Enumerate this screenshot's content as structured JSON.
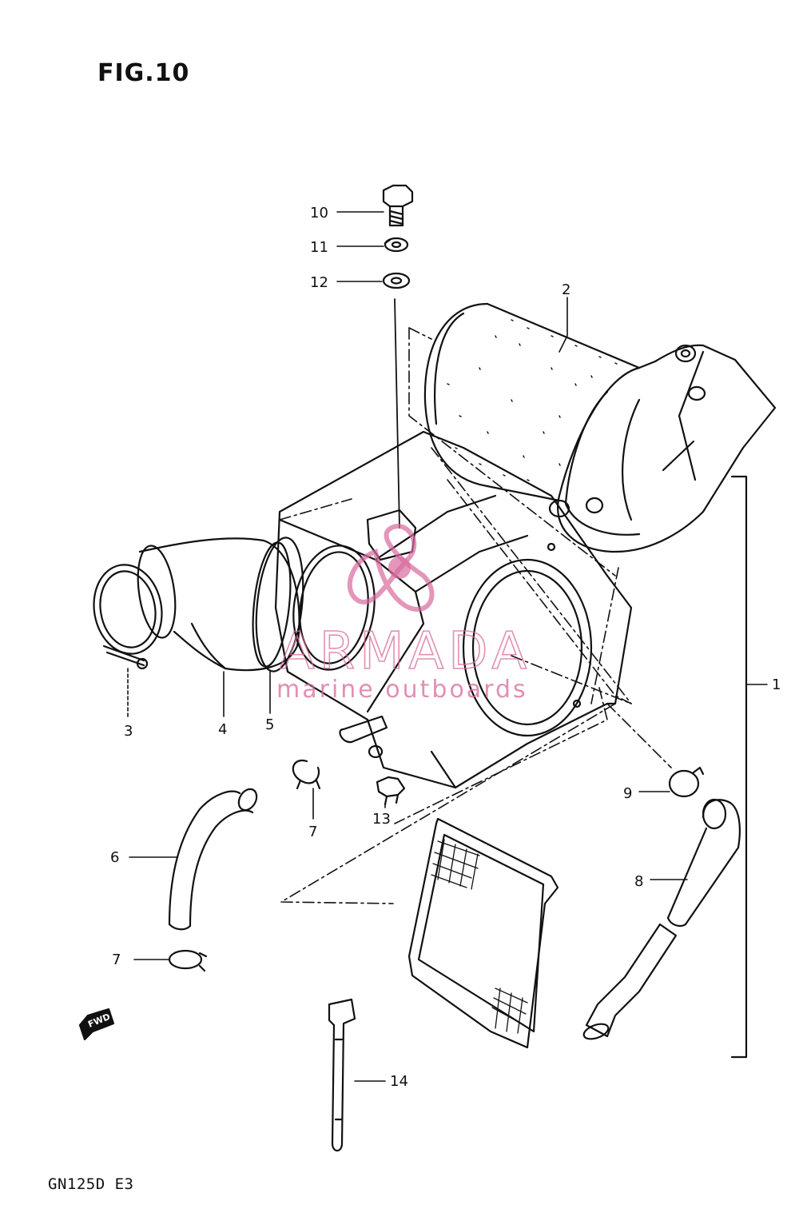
{
  "figure": {
    "title": "FIG.10",
    "model_code": "GN125D E3"
  },
  "callouts": [
    {
      "id": "c1",
      "label": "1"
    },
    {
      "id": "c2",
      "label": "2"
    },
    {
      "id": "c3",
      "label": "3"
    },
    {
      "id": "c4",
      "label": "4"
    },
    {
      "id": "c5",
      "label": "5"
    },
    {
      "id": "c6",
      "label": "6"
    },
    {
      "id": "c7a",
      "label": "7"
    },
    {
      "id": "c7b",
      "label": "7"
    },
    {
      "id": "c8",
      "label": "8"
    },
    {
      "id": "c9",
      "label": "9"
    },
    {
      "id": "c10",
      "label": "10"
    },
    {
      "id": "c11",
      "label": "11"
    },
    {
      "id": "c12",
      "label": "12"
    },
    {
      "id": "c13",
      "label": "13"
    },
    {
      "id": "c14",
      "label": "14"
    }
  ],
  "watermark": {
    "brand": "ARMADA",
    "tagline": "marine outboards",
    "color": "#d86a9c"
  },
  "direction_marker": {
    "text": "FWD",
    "icon": "forward-arrow-icon"
  },
  "colors": {
    "line": "#111111",
    "background": "#ffffff"
  }
}
